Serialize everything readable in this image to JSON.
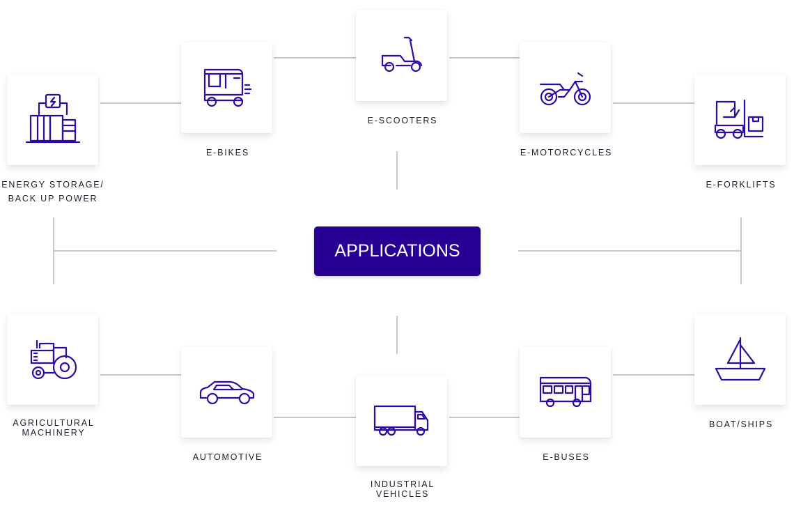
{
  "center": {
    "label": "APPLICATIONS"
  },
  "colors": {
    "accent": "#280096",
    "icon": "#2d0aa0",
    "line": "#b5b5b5",
    "text": "#1d1d2b"
  },
  "nodes": {
    "energy_storage": {
      "line1": "ENERGY STORAGE/",
      "line2": "BACK UP POWER",
      "icon": "energy-storage-icon"
    },
    "e_bikes": {
      "line1": "E-BIKES",
      "icon": "auto-rickshaw-icon"
    },
    "e_scooters": {
      "line1": "E-SCOOTERS",
      "icon": "scooter-icon"
    },
    "e_motorcycles": {
      "line1": "E-MOTORCYCLES",
      "icon": "motorcycle-icon"
    },
    "e_forklifts": {
      "line1": "E-FORKLIFTS",
      "icon": "forklift-icon"
    },
    "agricultural": {
      "line1": "AGRICULTURAL",
      "line2": "MACHINERY",
      "icon": "tractor-icon"
    },
    "automotive": {
      "line1": "AUTOMOTIVE",
      "icon": "car-icon"
    },
    "industrial": {
      "line1": "INDUSTRIAL",
      "line2": "VEHICLES",
      "icon": "truck-icon"
    },
    "e_buses": {
      "line1": "E-BUSES",
      "icon": "bus-icon"
    },
    "boat_ships": {
      "line1": "BOAT/SHIPS",
      "icon": "sailboat-icon"
    }
  }
}
